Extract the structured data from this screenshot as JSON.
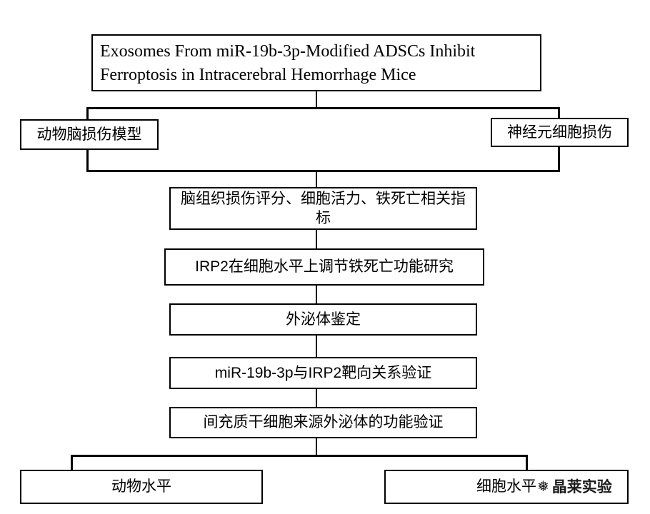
{
  "title": {
    "text": "Exosomes From miR-19b-3p-Modified ADSCs Inhibit Ferroptosis in Intracerebral Hemorrhage Mice"
  },
  "branches": {
    "left": "动物脑损伤模型",
    "right": "神经元细胞损伤"
  },
  "flow": [
    "脑组织损伤评分、细胞活力、铁死亡相关指标",
    "IRP2在细胞水平上调节铁死亡功能研究",
    "外泌体鉴定",
    "miR-19b-3p与IRP2靶向关系验证",
    "间充质干细胞来源外泌体的功能验证"
  ],
  "bottom": {
    "left": "动物水平",
    "right": "细胞水平"
  },
  "watermark": {
    "icon": "❅",
    "text": "晶莱实验"
  },
  "colors": {
    "border": "#000000",
    "background": "#ffffff",
    "text": "#000000"
  }
}
